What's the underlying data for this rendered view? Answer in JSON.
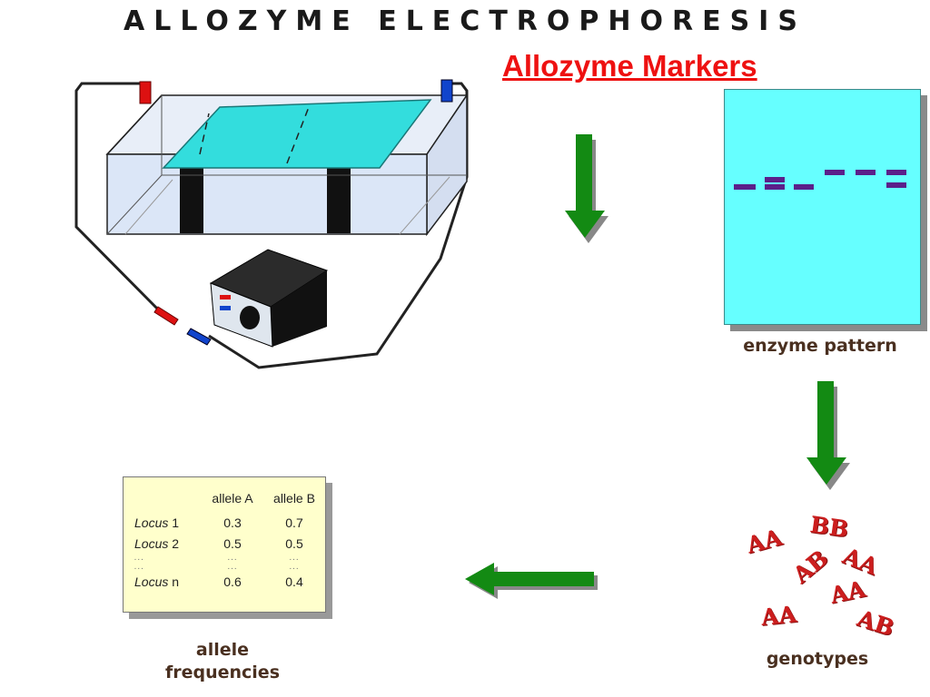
{
  "title": "ALLOZYME ELECTROPHORESIS",
  "subtitle": "Allozyme Markers",
  "gel": {
    "caption": "enzyme pattern",
    "fill_color": "#66ffff",
    "band_color": "#5b1f8a"
  },
  "genotypes": {
    "caption": "genotypes",
    "labels": [
      "AA",
      "BB",
      "AB",
      "AA",
      "AA",
      "AA",
      "AB"
    ],
    "color": "#cc1e1e"
  },
  "allele_table": {
    "columns": [
      "",
      "allele A",
      "allele B"
    ],
    "rows": [
      {
        "locus": "Locus",
        "num": "1",
        "a": "0.3",
        "b": "0.7"
      },
      {
        "locus": "Locus",
        "num": "2",
        "a": "0.5",
        "b": "0.5"
      },
      {
        "locus": "...",
        "num": "",
        "a": "...",
        "b": "..."
      },
      {
        "locus": "...",
        "num": "",
        "a": "...",
        "b": "..."
      },
      {
        "locus": "Locus",
        "num": "n",
        "a": "0.6",
        "b": "0.4"
      }
    ]
  },
  "frequencies": {
    "caption_line1": "allele",
    "caption_line2": "frequencies"
  },
  "colors": {
    "arrow": "#138a13",
    "positive_electrode": "#dd1111",
    "negative_electrode": "#1144cc"
  }
}
